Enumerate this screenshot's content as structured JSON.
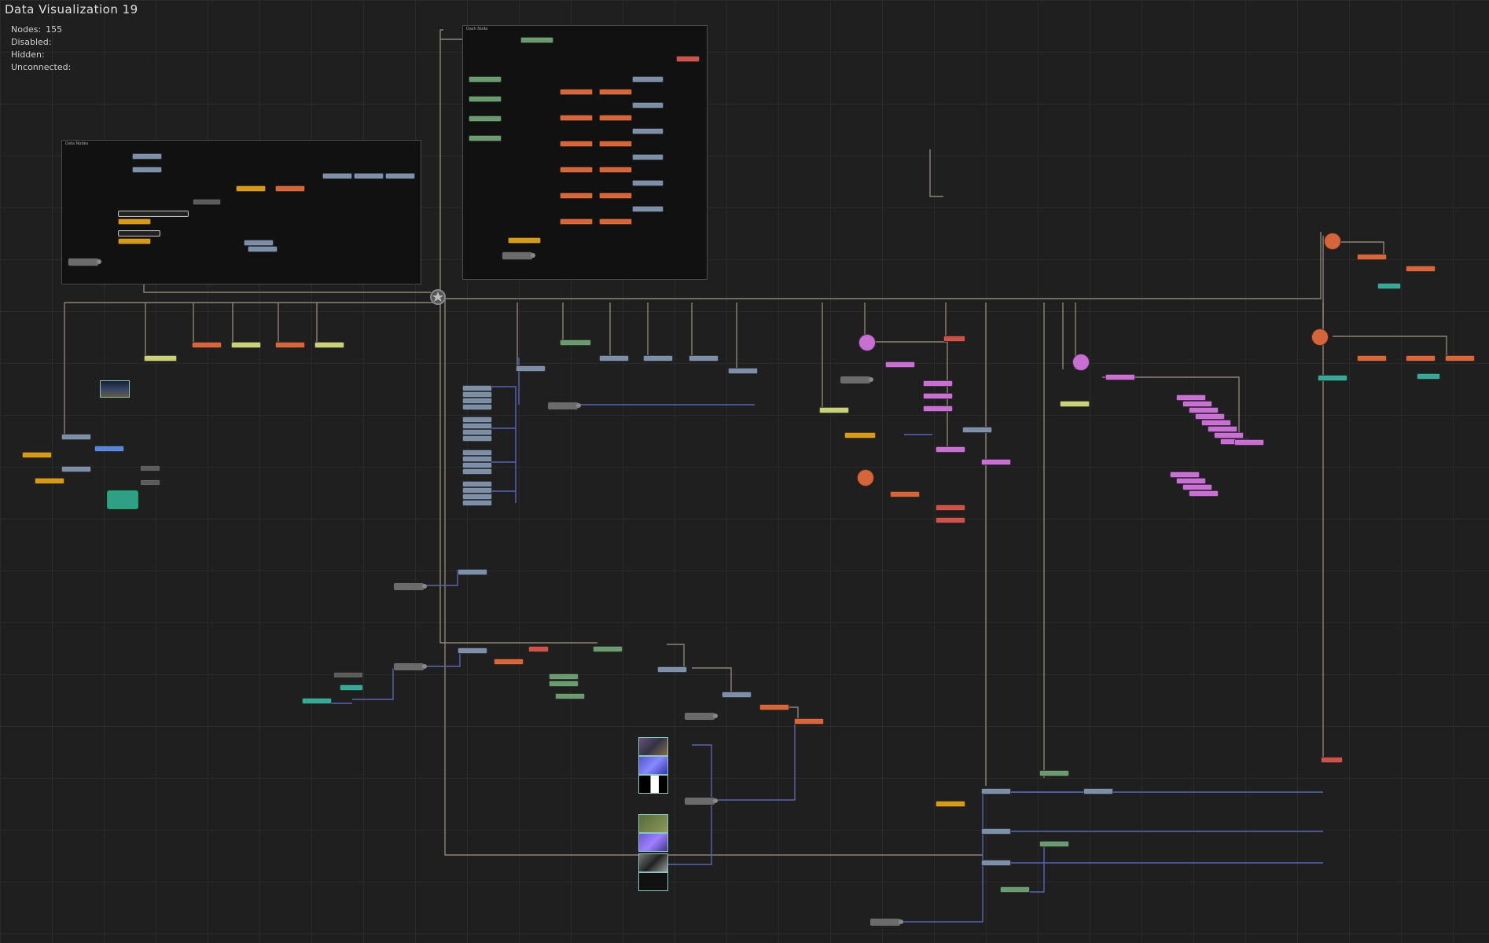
{
  "window": {
    "title": "Data  Visualization  19"
  },
  "stats": {
    "nodes_label": "Nodes:",
    "nodes_value": "155",
    "disabled_label": "Disabled:",
    "hidden_label": "Hidden:",
    "unconnected_label": "Unconnected:"
  },
  "backdrops": [
    {
      "label": "Dash Node"
    },
    {
      "label": "Data Nodes"
    }
  ],
  "colors": {
    "background": "#1f1f1f",
    "grid": "#2a2a2a",
    "wire_tan": "#8c8476",
    "wire_blue": "#5a63b5",
    "node_gray": "#7d8fa6",
    "node_green": "#6b9a70",
    "node_orange": "#d5663c",
    "node_yellow": "#d6b64a",
    "node_pink": "#c86fd2",
    "node_red": "#c9524a",
    "node_teal": "#39a796"
  },
  "icons": {
    "hub": "star-hub-icon",
    "camera": "camera-node-icon"
  }
}
